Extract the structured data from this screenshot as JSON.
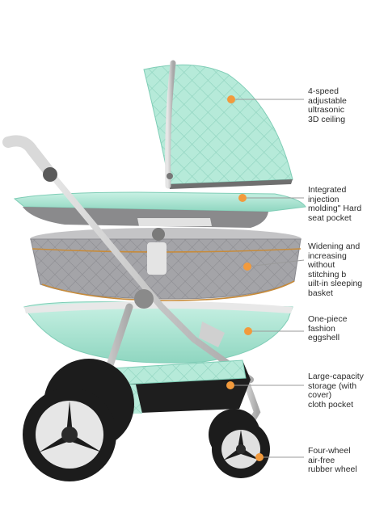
{
  "colors": {
    "mint": "#b6ead9",
    "mint_dark": "#7fcdb6",
    "grey_fabric": "#9c9ca0",
    "frame_silver": "#c9c9c9",
    "tire_black": "#1c1c1c",
    "marker_orange": "#f29a3c",
    "leader_line": "#9a9a9a"
  },
  "callouts": [
    {
      "id": "canopy",
      "text": "4-speed\nadjustable\nultrasonic\n3D ceiling"
    },
    {
      "id": "seat-pocket",
      "text": "Integrated\ninjection\nmolding\" Hard\nseat pocket"
    },
    {
      "id": "basket",
      "text": "Widening and\nincreasing\nwithout\nstitching b\nuilt-in sleeping\nbasket"
    },
    {
      "id": "eggshell",
      "text": "One-piece\nfashion\neggshell"
    },
    {
      "id": "storage",
      "text": "Large-capacity\nstorage (with\ncover)\ncloth pocket"
    },
    {
      "id": "wheels",
      "text": "Four-wheel\nair-free\nrubber wheel"
    }
  ]
}
